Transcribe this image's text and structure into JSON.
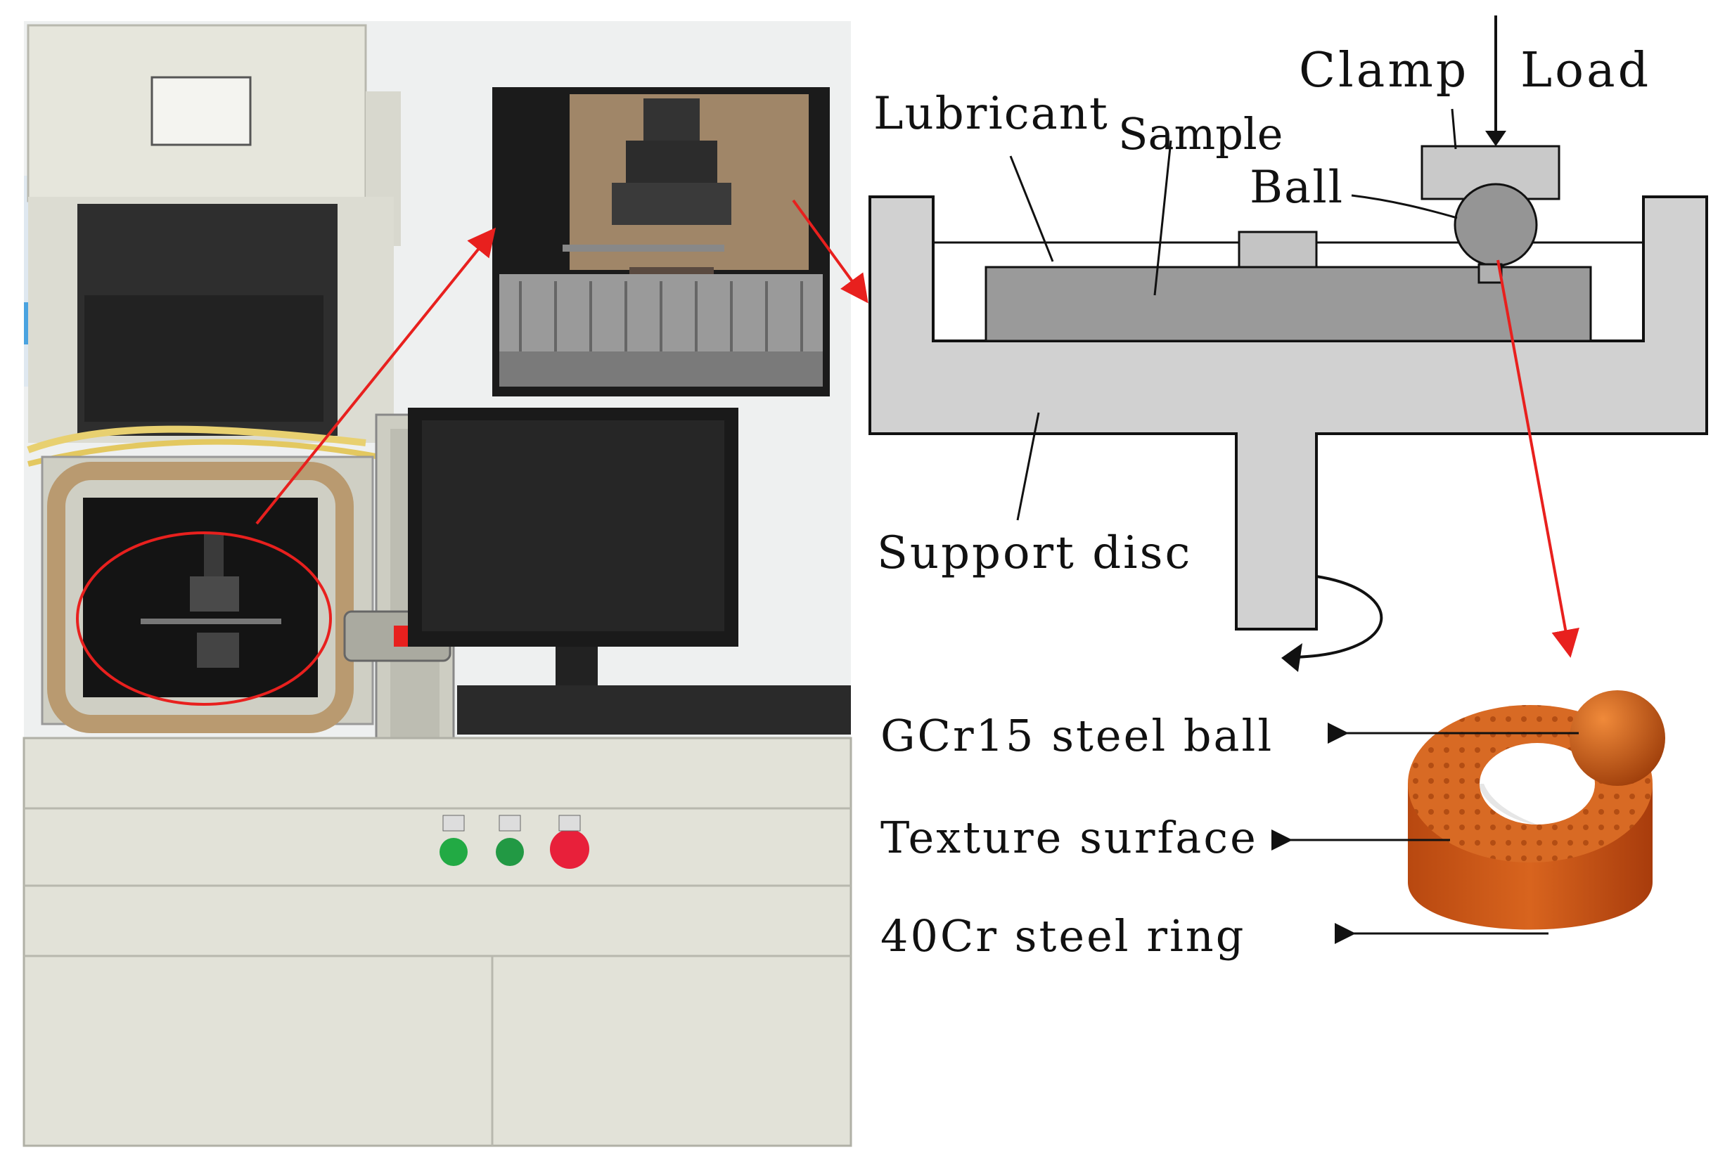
{
  "labels": {
    "clamp": "Clamp",
    "load": "Load",
    "lubricant": "Lubricant",
    "sample": "Sample",
    "ball": "Ball",
    "support_disc": "Support disc",
    "gcr15": "GCr15 steel ball",
    "texture": "Texture surface",
    "ring40cr": "40Cr steel ring"
  },
  "colors": {
    "arrow_red": "#e8201e",
    "support_gray": "#d1d1d1",
    "sample_gray": "#9a9a9a",
    "ball_gray": "#959595",
    "ring_orange": "#d45a18",
    "ball_orange": "#c04a10",
    "cabinet": "#e2e2d8"
  },
  "icons": {
    "tester_photo": "friction-tester-photo",
    "zoom_photo": "chamber-closeup-photo",
    "ring_render": "textured-ring-render"
  }
}
